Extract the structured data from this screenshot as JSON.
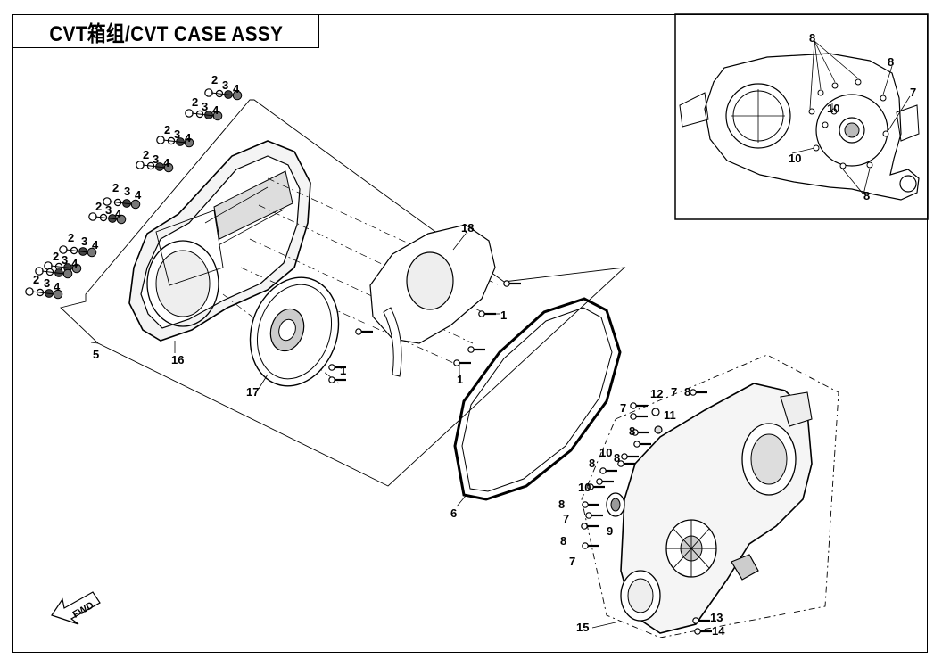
{
  "title": "CVT箱组/CVT CASE ASSY",
  "fwd_label": "FWD",
  "callouts": [
    "1",
    "2",
    "3",
    "4",
    "5",
    "6",
    "7",
    "8",
    "9",
    "10",
    "11",
    "12",
    "13",
    "14",
    "15",
    "16",
    "17",
    "18"
  ]
}
